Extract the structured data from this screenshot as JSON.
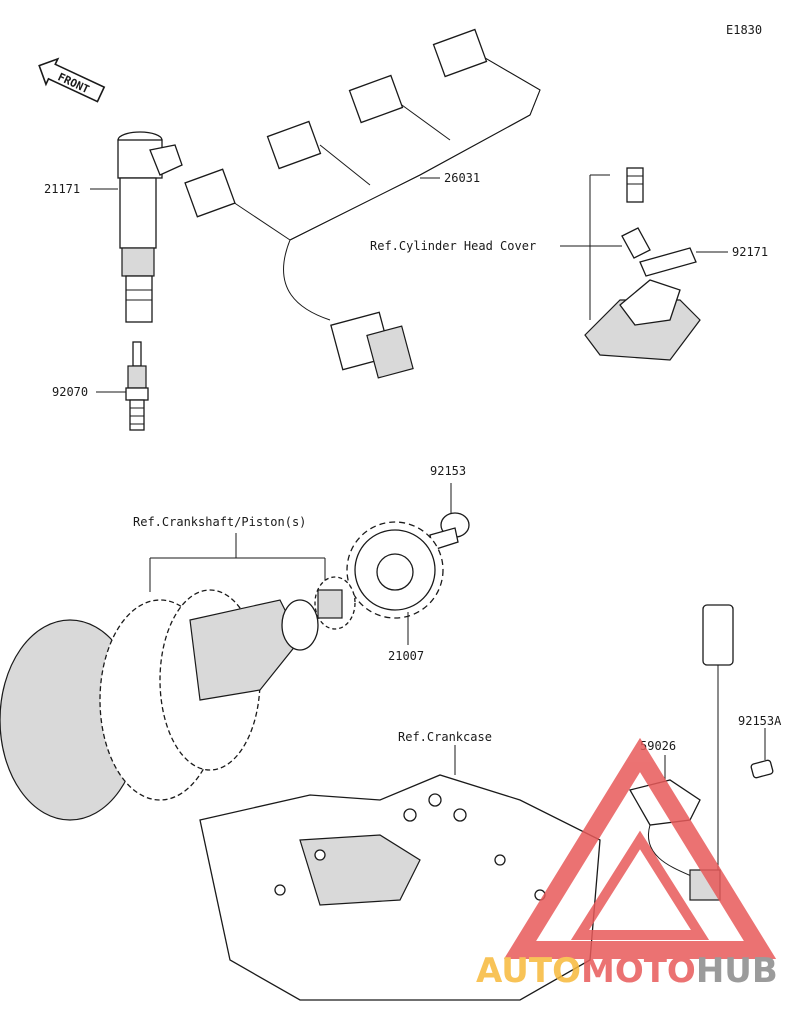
{
  "diagram_code": "E1830",
  "front_label": "FRONT",
  "callouts": {
    "coil_no": "21171",
    "plug_no": "92070",
    "harness_no": "26031",
    "head_cover_ref": "Ref.Cylinder Head Cover",
    "clamp_no": "92171",
    "bolt_no": "92153",
    "crank_ref": "Ref.Crankshaft/Piston(s)",
    "rotor_no": "21007",
    "crankcase_ref": "Ref.Crankcase",
    "sensor_no": "59026",
    "sensor_bolt_no": "92153A"
  },
  "watermark": {
    "text_a": "AUTO",
    "text_b": "MOTO",
    "text_c": "HUB",
    "color_a": "#f7b93a",
    "color_b": "#e85a5a",
    "color_c": "#8a8a8a"
  }
}
